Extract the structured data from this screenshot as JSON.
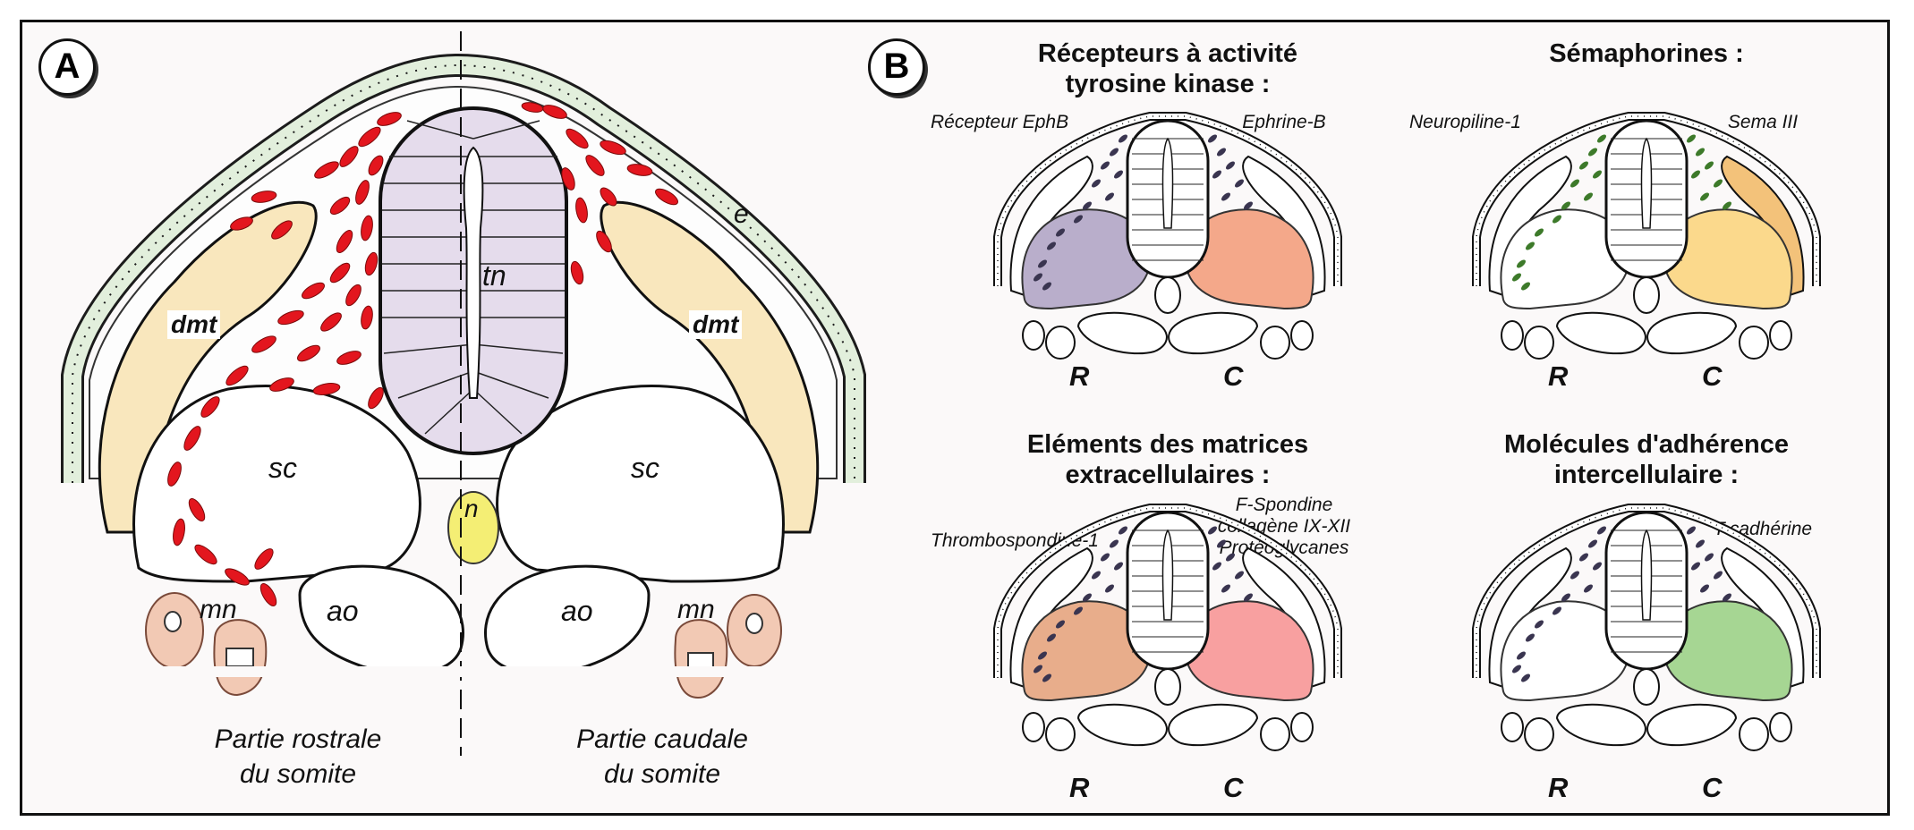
{
  "panel_a": {
    "letter": "A",
    "labels": {
      "e": "e",
      "tn": "tn",
      "dmt_left": "dmt",
      "dmt_right": "dmt",
      "sc_left": "sc",
      "sc_right": "sc",
      "n": "n",
      "ao_left": "ao",
      "ao_right": "ao",
      "mn_left": "mn",
      "mn_right": "mn"
    },
    "caption_rostral": [
      "Partie rostrale",
      "du somite"
    ],
    "caption_caudal": [
      "Partie caudale",
      "du somite"
    ]
  },
  "panel_b": {
    "letter": "B",
    "groups": [
      {
        "title": [
          "Récepteurs à activité",
          "tyrosine kinase :"
        ],
        "molecule_left": [
          "Récepteur EphB"
        ],
        "molecule_right": [
          "Ephrine-B"
        ],
        "rostral_color": "#b9aecb",
        "caudal_color": "#f4a88a",
        "r": "R",
        "c": "C"
      },
      {
        "title": [
          "Sémaphorines :"
        ],
        "molecule_left": [
          "Neuropiline-1"
        ],
        "molecule_right": [
          "Sema III"
        ],
        "rostral_color": "#ffffff",
        "caudal_color": "#fbd98c",
        "r": "R",
        "c": "C"
      },
      {
        "title": [
          "Eléments des matrices",
          "extracellulaires :"
        ],
        "molecule_left": [
          "Thrombospondine-1"
        ],
        "molecule_right": [
          "F-Spondine",
          "collagène IX-XII",
          "Protéoglycanes"
        ],
        "rostral_color": "#e8ad8b",
        "caudal_color": "#f8a0a0",
        "r": "R",
        "c": "C"
      },
      {
        "title": [
          "Molécules d'adhérence",
          "intercellulaire :"
        ],
        "molecule_left": [],
        "molecule_right": [
          "T-cadhérine"
        ],
        "rostral_color": "#ffffff",
        "caudal_color": "#a6d693",
        "r": "R",
        "c": "C"
      }
    ]
  },
  "colors": {
    "neural_crest": "#e3161e",
    "dermomyotome": "#f9e7bd",
    "neural_tube": "#e5dcec",
    "notochord": "#f4ee74",
    "motor_neuron": "#f2c9b4",
    "epidermis": "#e2efdc",
    "crest_dark": "#3a3550"
  }
}
